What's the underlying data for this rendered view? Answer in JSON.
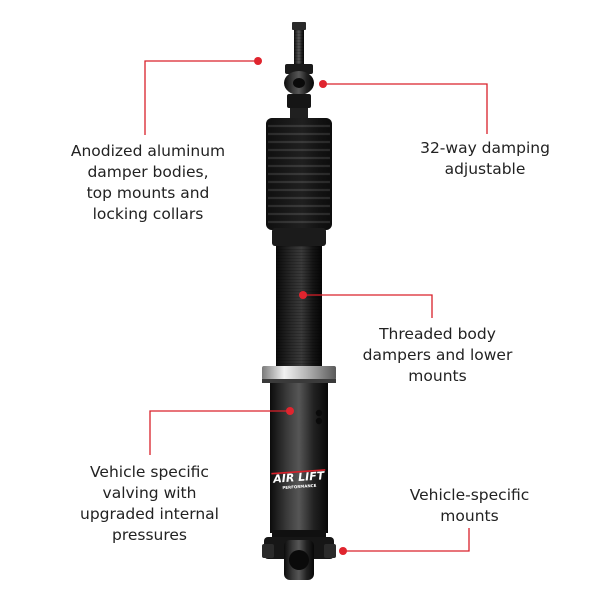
{
  "brand": {
    "logo_main": "AIR LIFT",
    "logo_sub": "PERFORMANCE"
  },
  "colors": {
    "callout_line": "#d9202a",
    "dot": "#e0242e",
    "shock_black": "#141414",
    "chrome": "#c8c8c8",
    "text": "#222222"
  },
  "callouts": [
    {
      "id": "anodized",
      "lines": [
        "Anodized aluminum",
        "damper bodies,",
        "top mounts and",
        "locking collars"
      ]
    },
    {
      "id": "damping",
      "lines": [
        "32-way damping",
        "adjustable"
      ]
    },
    {
      "id": "threaded",
      "lines": [
        "Threaded body",
        "dampers and lower",
        "mounts"
      ]
    },
    {
      "id": "valving",
      "lines": [
        "Vehicle specific",
        "valving with",
        "upgraded internal",
        "pressures"
      ]
    },
    {
      "id": "mounts",
      "lines": [
        "Vehicle-specific",
        "mounts"
      ]
    }
  ]
}
